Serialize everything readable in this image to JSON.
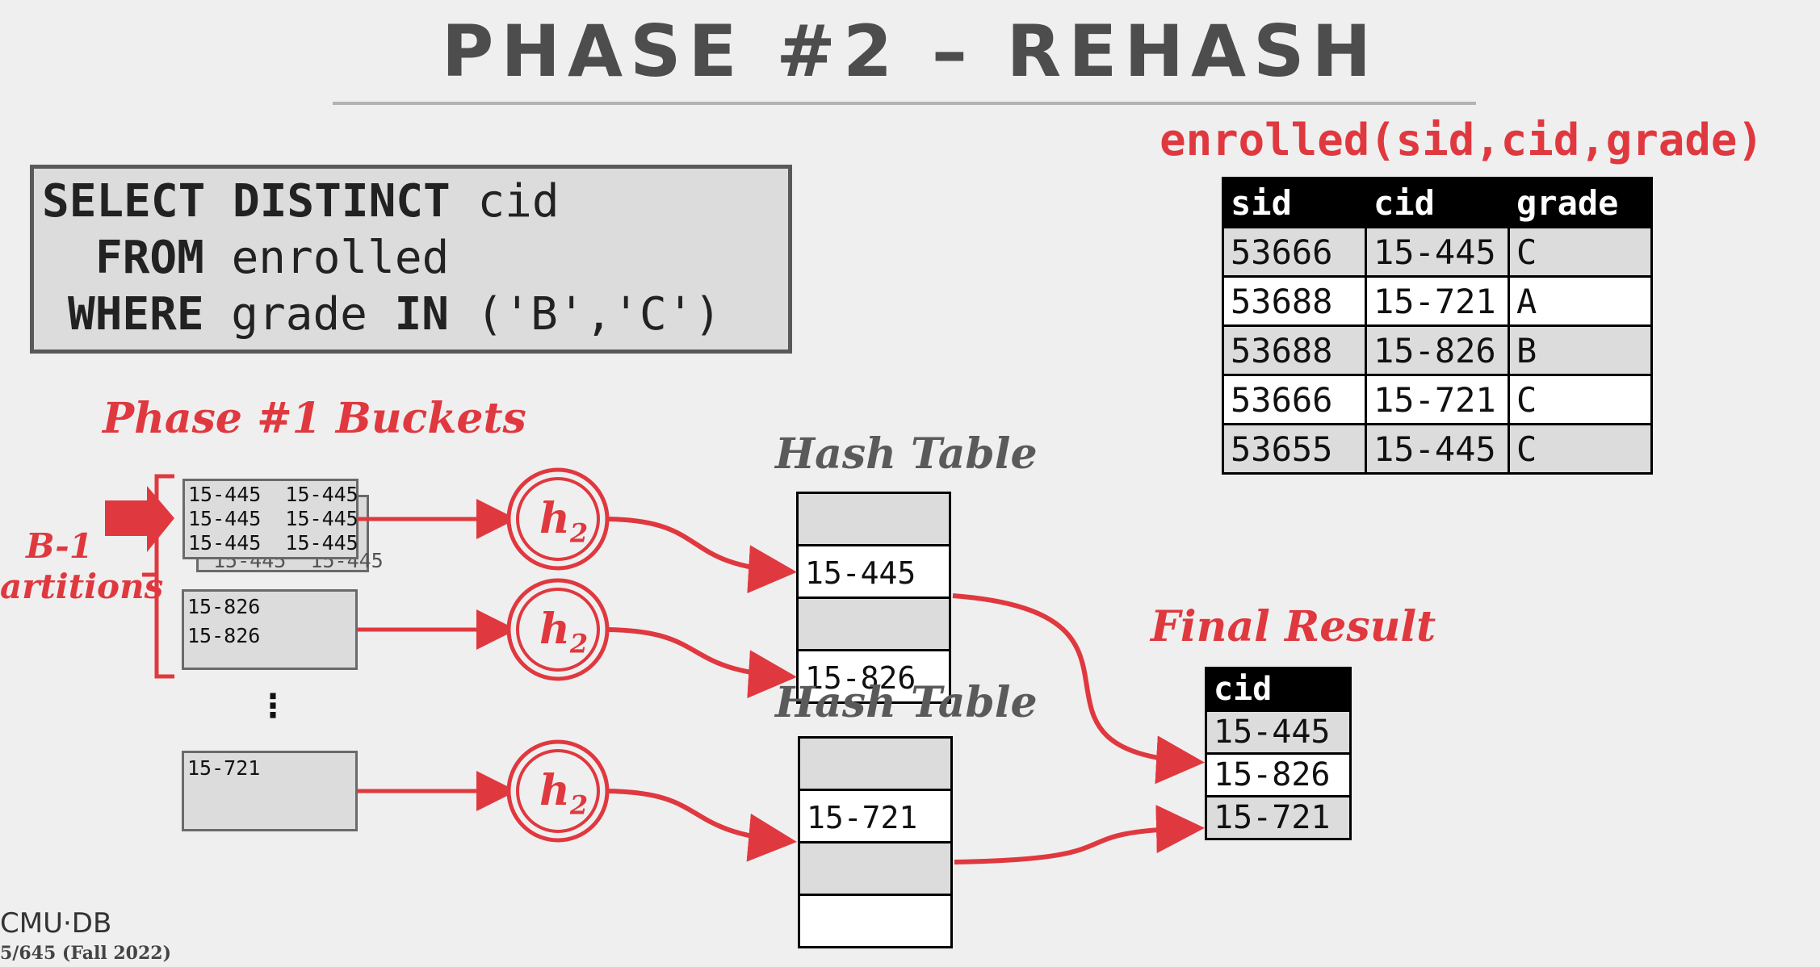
{
  "slide": {
    "title": "PHASE #2 – REHASH",
    "sql": {
      "kw1": "SELECT DISTINCT",
      "t1": " cid",
      "kw2": "FROM",
      "t2": " enrolled",
      "kw3": "WHERE",
      "t3a": " grade ",
      "kw4": "IN",
      "t3b": " ('B','C')"
    },
    "schema": "enrolled(sid,cid,grade)",
    "enrolled": {
      "headers": [
        "sid",
        "cid",
        "grade"
      ],
      "rows": [
        [
          "53666",
          "15-445",
          "C"
        ],
        [
          "53688",
          "15-721",
          "A"
        ],
        [
          "53688",
          "15-826",
          "B"
        ],
        [
          "53666",
          "15-721",
          "C"
        ],
        [
          "53655",
          "15-445",
          "C"
        ]
      ]
    },
    "phase1_label": "Phase #1 Buckets",
    "partitions_label_line1": "B-1",
    "partitions_label_line2": "artitions",
    "buckets": [
      {
        "lines": [
          "15-445  15-445",
          "15-445  15-445",
          "15-445  15-445"
        ],
        "back_line": "15-445  15-445"
      },
      {
        "lines": [
          "15-826",
          "15-826"
        ]
      },
      {
        "lines": [
          "15-721"
        ]
      }
    ],
    "ellipsis": "⋮",
    "hash_fn": "h",
    "hash_sub": "2",
    "hash_table_label": "Hash Table",
    "hash_table_1": [
      "",
      "15-445",
      "",
      "15-826"
    ],
    "hash_table_2": [
      "",
      "15-721",
      "",
      ""
    ],
    "final_label": "Final Result",
    "final": {
      "header": "cid",
      "rows": [
        "15-445",
        "15-826",
        "15-721"
      ]
    },
    "footer": {
      "logo": "CMU·DB",
      "course": "5/645 (Fall 2022)"
    },
    "colors": {
      "accent": "#e0383f",
      "title": "#4d4d4d",
      "box": "#dcdcdc"
    }
  }
}
